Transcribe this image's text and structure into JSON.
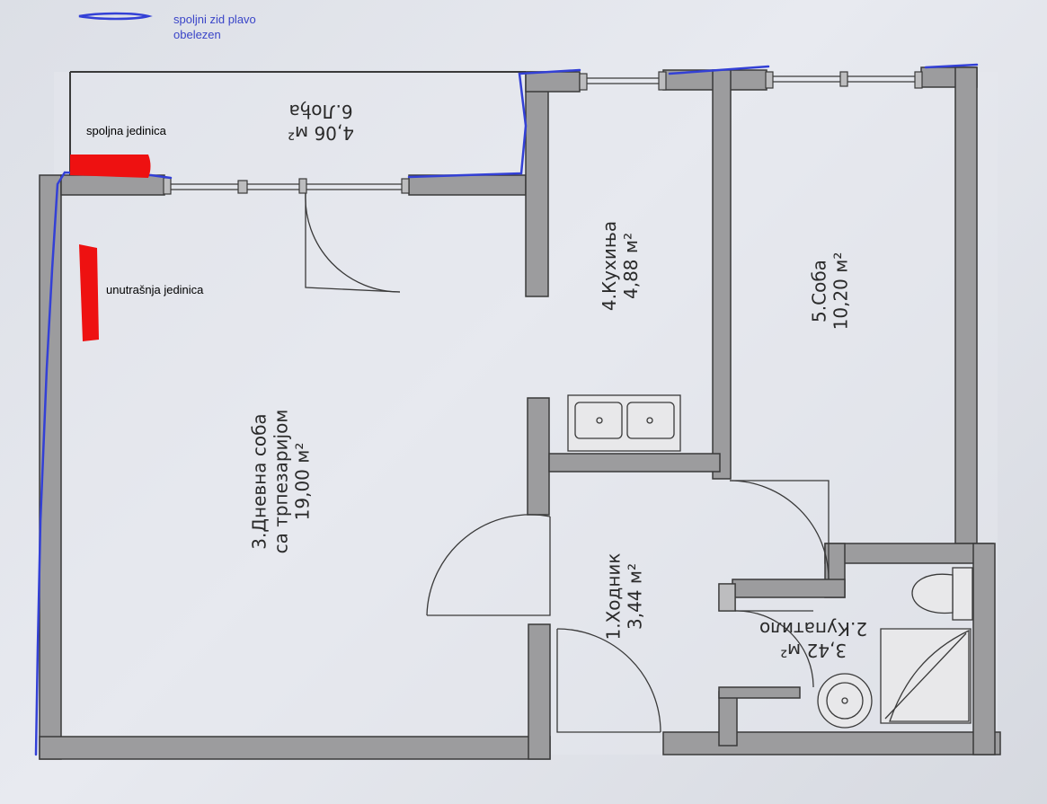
{
  "legend": {
    "text_line1": "spoljni zid plavo",
    "text_line2": "obelezen",
    "stroke_color": "#3340d6"
  },
  "annotations": {
    "outdoor_unit": "spoljna jedinica",
    "indoor_unit": "unutrašnja jedinica",
    "marker_color": "#ee1111"
  },
  "rooms": {
    "loggia": {
      "name": "6.Лођа",
      "area": "4,06 м²"
    },
    "kitchen": {
      "name": "4.Кухиња",
      "area": "4,88 м²"
    },
    "bedroom": {
      "name": "5.Соба",
      "area": "10,20 м²"
    },
    "living": {
      "name": "3.Дневна соба",
      "name2": "са трпезаријом",
      "area": "19,00 м²"
    },
    "hallway": {
      "name": "1.Ходник",
      "area": "3,44 м²"
    },
    "bathroom": {
      "name": "2.Купатило",
      "area": "3,42 м²"
    }
  },
  "colors": {
    "wall_fill": "#9c9c9e",
    "wall_stroke": "#3a3a3a",
    "paper": "#e4e6ec"
  }
}
